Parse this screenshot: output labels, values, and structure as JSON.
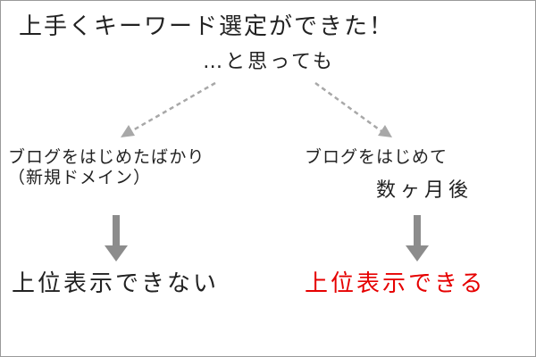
{
  "title": "上手くキーワード選定ができた！",
  "subtitle": "…と思っても",
  "left_branch": {
    "condition_line1": "ブログをはじめたばかり",
    "condition_line2": "（新規ドメイン）",
    "result": "上位表示できない",
    "result_color": "#222222"
  },
  "right_branch": {
    "condition_line1": "ブログをはじめて",
    "condition_line2": "数ヶ月後",
    "result": "上位表示できる",
    "result_color": "#e60000"
  },
  "colors": {
    "dashed_arrow": "#a8a8a8",
    "solid_arrow": "#8c8c8c",
    "border": "#9a9a9a"
  }
}
